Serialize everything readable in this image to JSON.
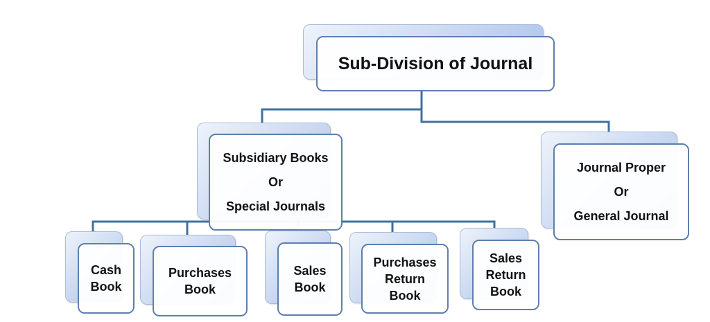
{
  "root": {
    "label": "Sub-Division of Journal"
  },
  "subsidiary": {
    "lines": [
      "Subsidiary Books",
      "Or",
      "Special Journals"
    ]
  },
  "journal_proper": {
    "lines": [
      "Journal Proper",
      "Or",
      "General Journal"
    ]
  },
  "books": [
    {
      "lines": [
        "Cash",
        "Book"
      ]
    },
    {
      "lines": [
        "Purchases",
        "Book"
      ]
    },
    {
      "lines": [
        "Sales",
        "Book"
      ]
    },
    {
      "lines": [
        "Purchases",
        "Return",
        "Book"
      ]
    },
    {
      "lines": [
        "Sales",
        "Return",
        "Book"
      ]
    }
  ],
  "colors": {
    "connector": "#41709e",
    "border": "#5e7fae"
  }
}
